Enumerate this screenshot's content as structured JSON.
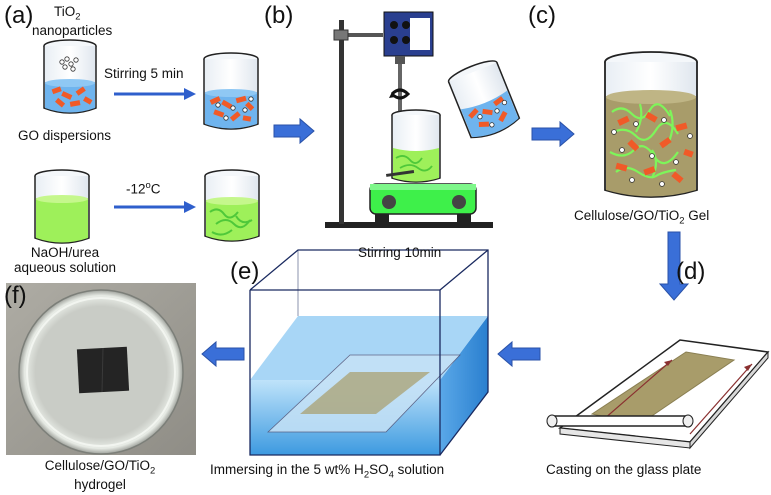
{
  "panels": {
    "a": "(a)",
    "b": "(b)",
    "c": "(c)",
    "d": "(d)",
    "e": "(e)",
    "f": "(f)"
  },
  "texts": {
    "tio2_main": "TiO",
    "tio2_sub": "2",
    "nanoparticles": "nanoparticles",
    "stirring5": "Stirring 5 min",
    "go_dispersions": "GO dispersions",
    "temp_main": "-12",
    "temp_sup": "o",
    "temp_unit": "C",
    "naoh_line1": "NaOH/urea",
    "naoh_line2": "aqueous solution",
    "stirring10": "Stirring 10min",
    "gel_main": "Cellulose/GO/TiO",
    "gel_sub": "2",
    "gel_tail": " Gel",
    "casting": "Casting on the glass plate",
    "immersing_main": "Immersing in the 5 wt% H",
    "immersing_sub1": "2",
    "immersing_mid": "SO",
    "immersing_sub2": "4",
    "immersing_tail": " solution",
    "hydrogel_main": "Cellulose/GO/TiO",
    "hydrogel_sub": "2",
    "hydrogel_line2": "hydrogel"
  },
  "colors": {
    "arrow_blue": "#3a6fd8",
    "naoh_green": "#9ef05a",
    "go_orange": "#f05a28",
    "gel_olive": "#a89c6a",
    "stirrer_green": "#3ef04a",
    "stand_blue": "#2a3f8f",
    "water_blue": "#8cc8f0"
  }
}
